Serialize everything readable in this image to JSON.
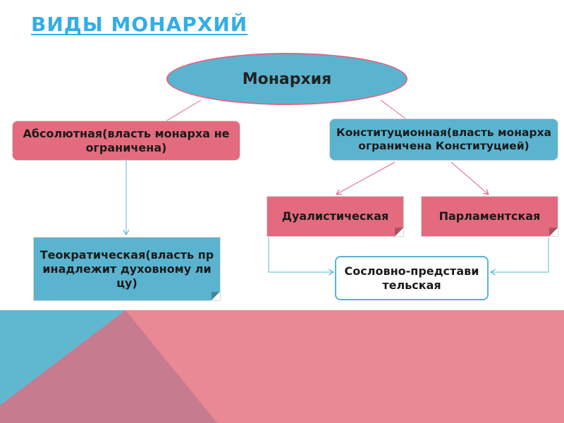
{
  "title": "ВИДЫ МОНАРХИЙ",
  "root": "Монархия",
  "absolute": "Абсолютная(власть монарха не ограничена)",
  "constitutional": "Конституционная(власть монарха ограничена Конституцией)",
  "dualistic": "Дуалистическая",
  "parliamentary": "Парламентская",
  "theocratic": "Теократическая(власть принадлежит духовному лицу)",
  "estate": "Сословно-представительская",
  "colors": {
    "accent_title": "#33aee6",
    "pink": "#e46b7e",
    "blue": "#5bb4cf",
    "band_pink": "#e88994",
    "band_blue": "#5fb7d0",
    "band_mauve": "#c77b8f"
  }
}
